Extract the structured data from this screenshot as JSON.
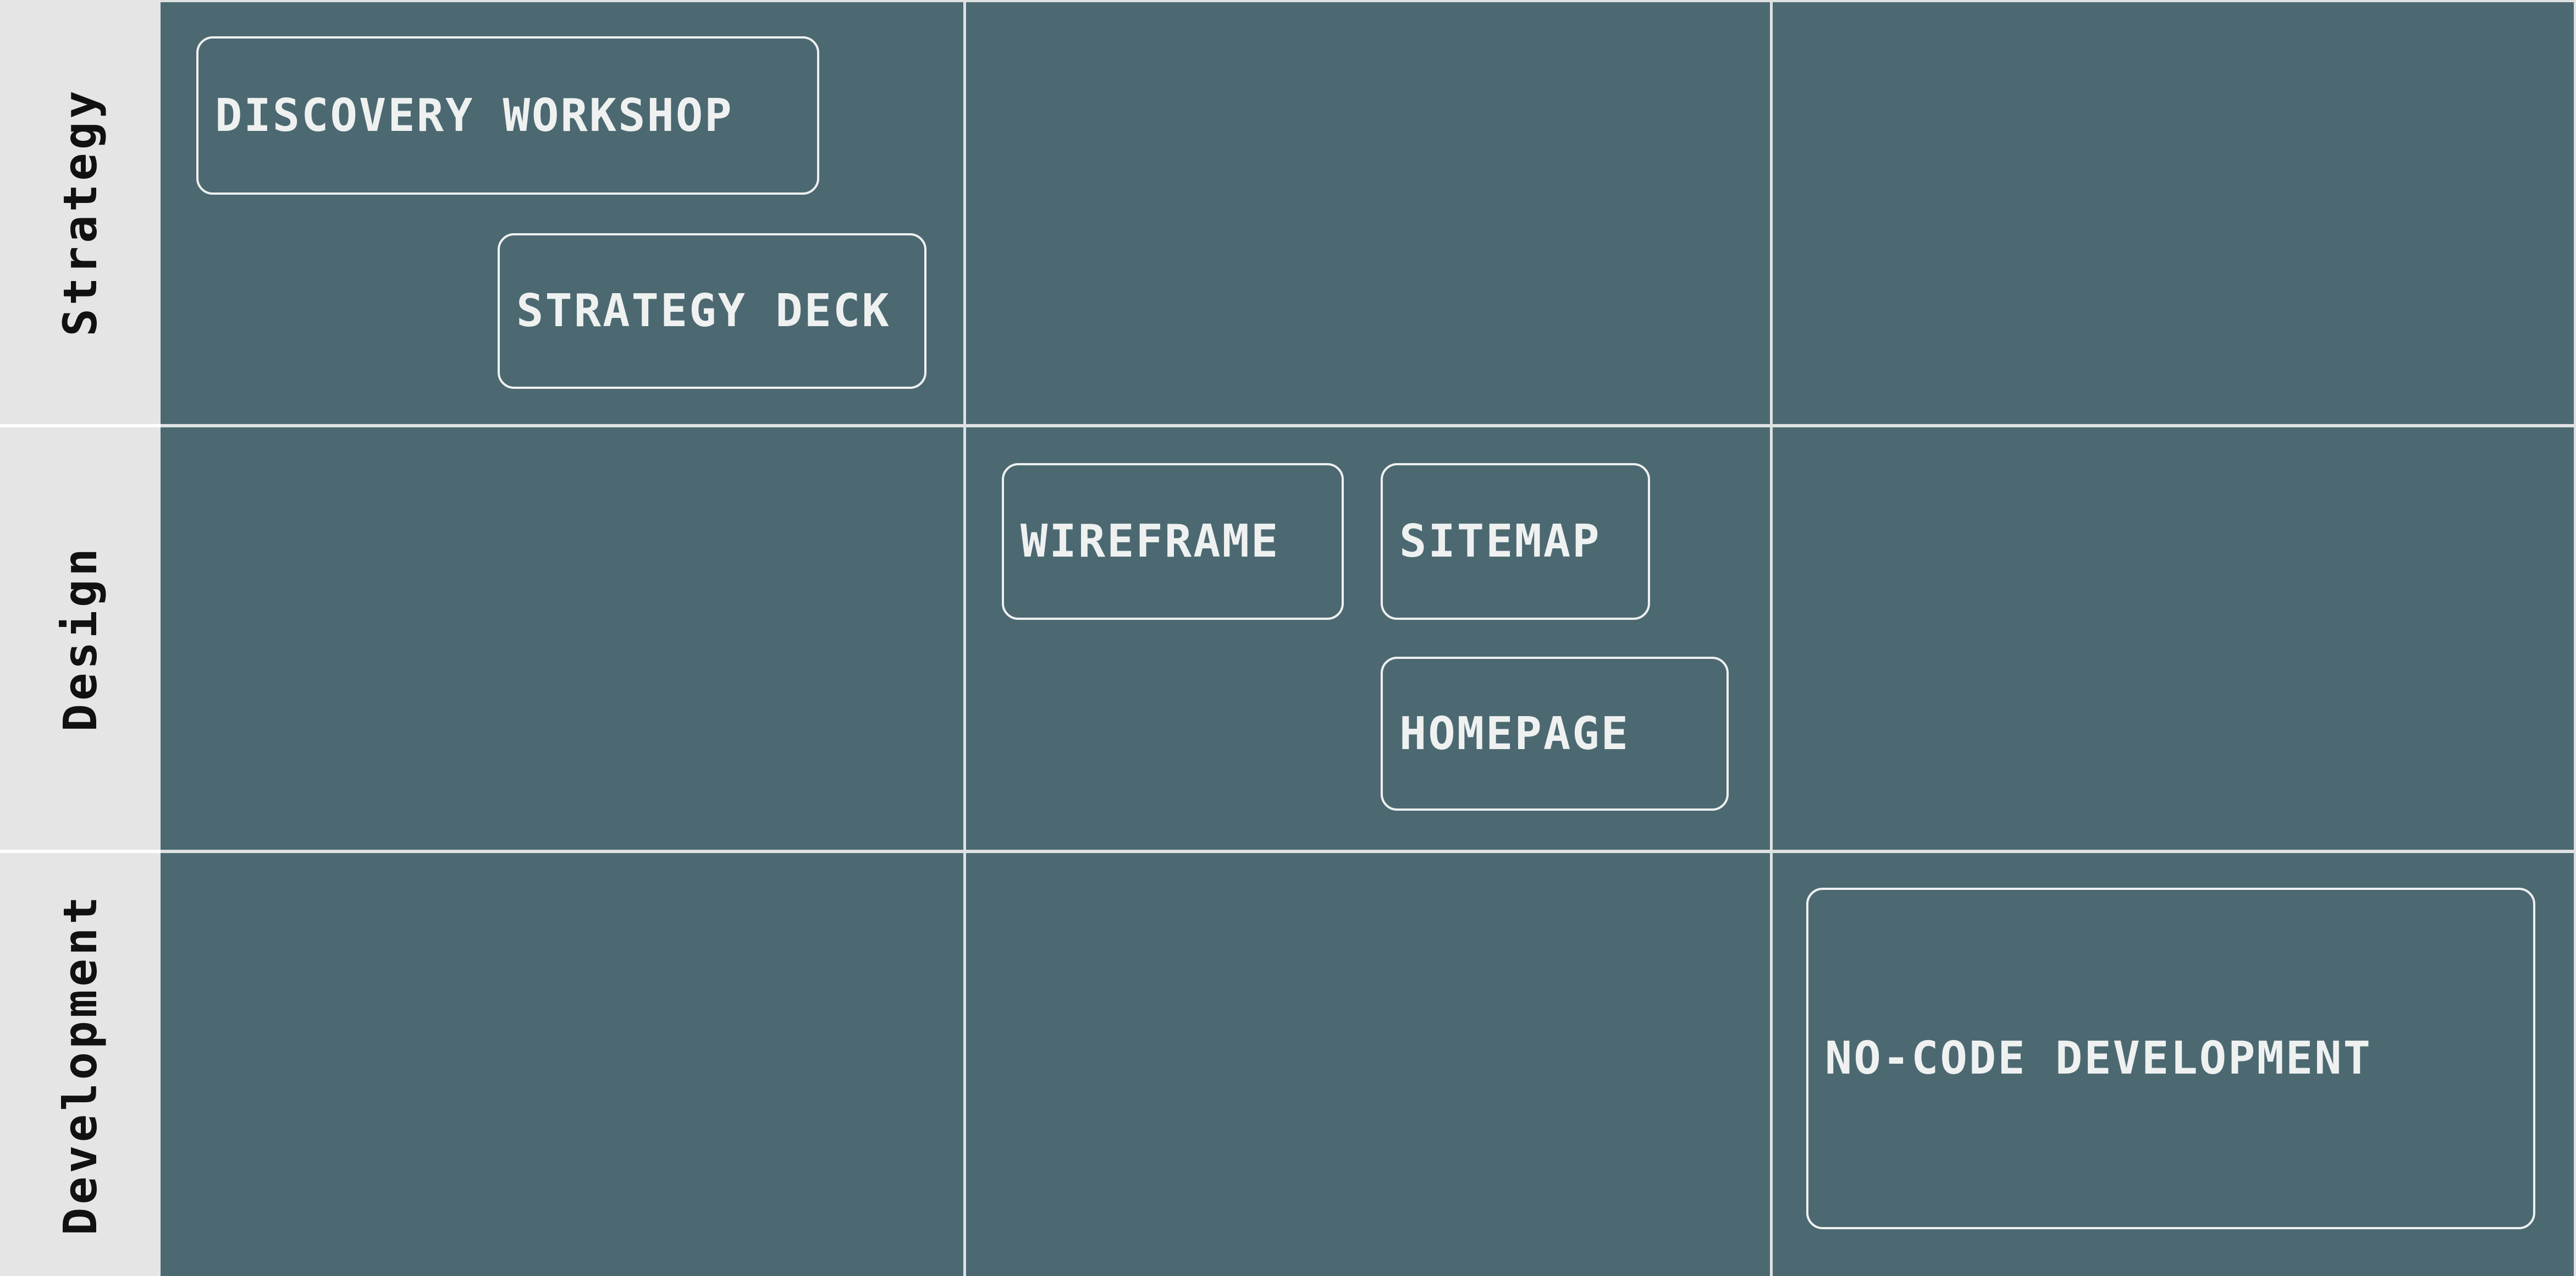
{
  "colors": {
    "background": "#4c6971",
    "sidebar": "#e5e5e5",
    "grid_line": "#dfe2e2",
    "sidebar_divider": "#ffffff",
    "card_border": "#eff1f1",
    "card_text": "#eff1f1",
    "row_label_text": "#111111"
  },
  "sidebar": {
    "rows": [
      {
        "label": "Strategy"
      },
      {
        "label": "Design"
      },
      {
        "label": "Development"
      }
    ]
  },
  "cards": [
    {
      "label": "DISCOVERY WORKSHOP"
    },
    {
      "label": "STRATEGY DECK"
    },
    {
      "label": "WIREFRAME"
    },
    {
      "label": "SITEMAP"
    },
    {
      "label": "HOMEPAGE"
    },
    {
      "label": "NO-CODE DEVELOPMENT"
    }
  ]
}
